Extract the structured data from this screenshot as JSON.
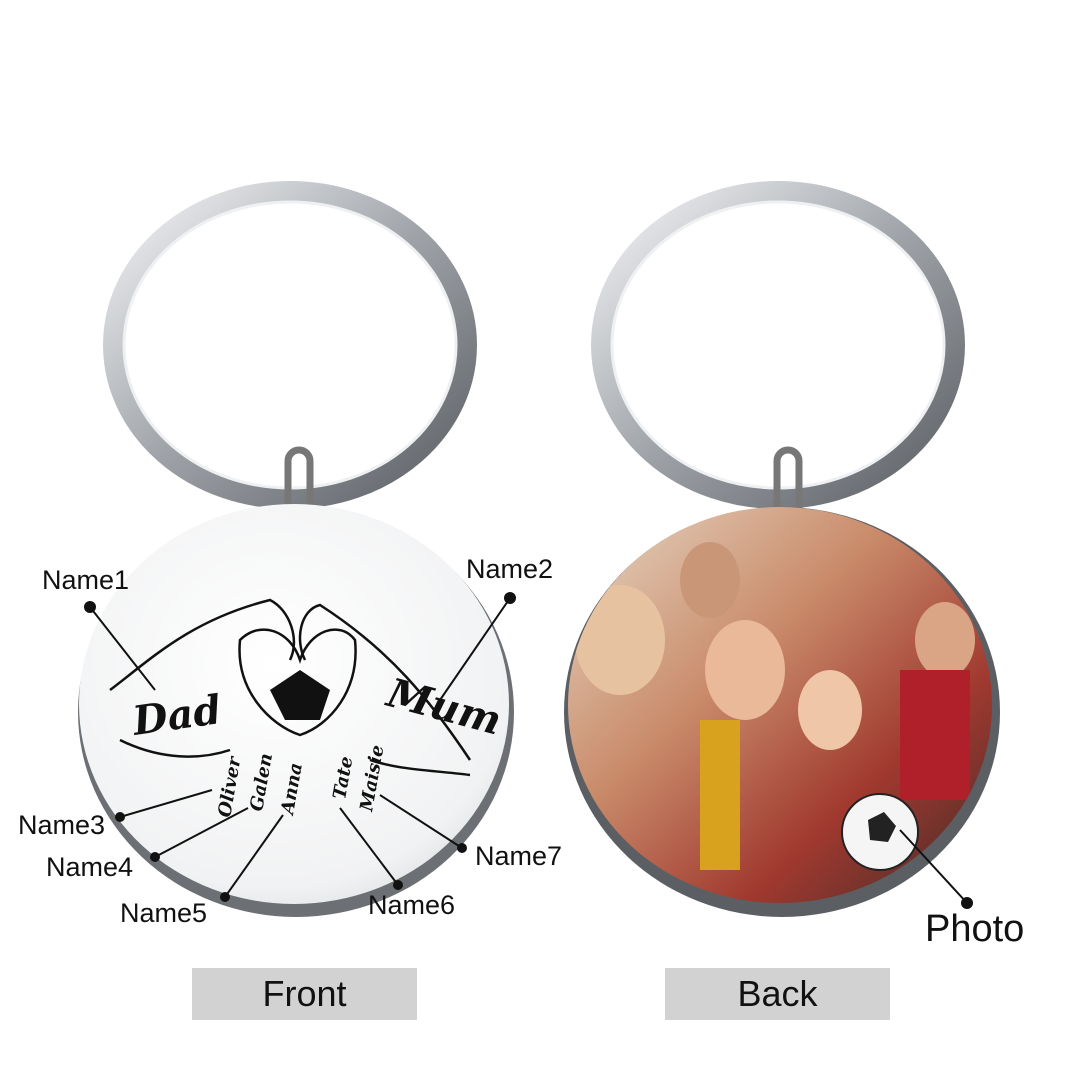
{
  "front": {
    "label": "Front",
    "engraving": {
      "dad": "Dad",
      "mum": "Mum",
      "children": [
        "Oliver",
        "Galen",
        "Anna",
        "Tate",
        "Maisie"
      ]
    },
    "callouts": [
      "Name1",
      "Name2",
      "Name3",
      "Name4",
      "Name5",
      "Name6",
      "Name7"
    ]
  },
  "back": {
    "label": "Back",
    "callout": "Photo"
  },
  "colors": {
    "metal": "#c9cbcf",
    "button": "#d2d2d2",
    "ink": "#111111"
  }
}
